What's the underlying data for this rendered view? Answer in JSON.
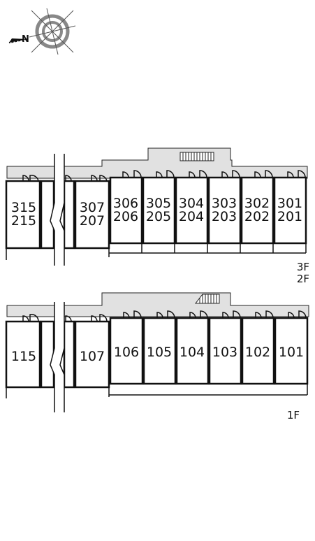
{
  "compass": {
    "label": "N",
    "icon": "compass-icon"
  },
  "colors": {
    "common_area": "#e1e1e1",
    "wall": "#111111",
    "stroke": "#222222"
  },
  "upper": {
    "floor_labels": [
      "3F",
      "2F"
    ],
    "rooms": [
      {
        "top": "315",
        "bottom": "215"
      },
      {
        "top": "307",
        "bottom": "207"
      },
      {
        "top": "306",
        "bottom": "206"
      },
      {
        "top": "305",
        "bottom": "205"
      },
      {
        "top": "304",
        "bottom": "204"
      },
      {
        "top": "303",
        "bottom": "203"
      },
      {
        "top": "302",
        "bottom": "202"
      },
      {
        "top": "301",
        "bottom": "201"
      }
    ]
  },
  "lower": {
    "floor_label": "1F",
    "rooms": [
      "115",
      "107",
      "106",
      "105",
      "104",
      "103",
      "102",
      "101"
    ]
  }
}
